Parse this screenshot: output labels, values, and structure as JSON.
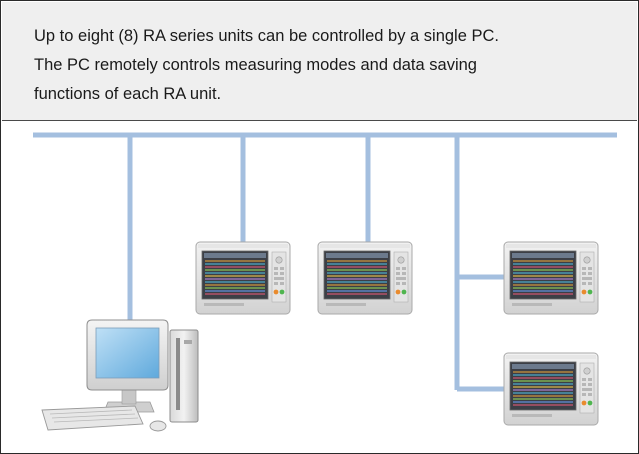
{
  "caption": {
    "lines": [
      "Up to eight (8) RA series units can be controlled by a single PC.",
      "The PC remotely controls measuring modes and data saving",
      "functions of each RA unit."
    ]
  },
  "colors": {
    "bus_line": "#a4bfdf",
    "background": "#efefef",
    "border": "#2a2a2a"
  },
  "diagram": {
    "computer_icon": "desktop-pc-icon",
    "unit_icon": "ra-series-recorder-icon",
    "ra_unit_count": 4
  }
}
